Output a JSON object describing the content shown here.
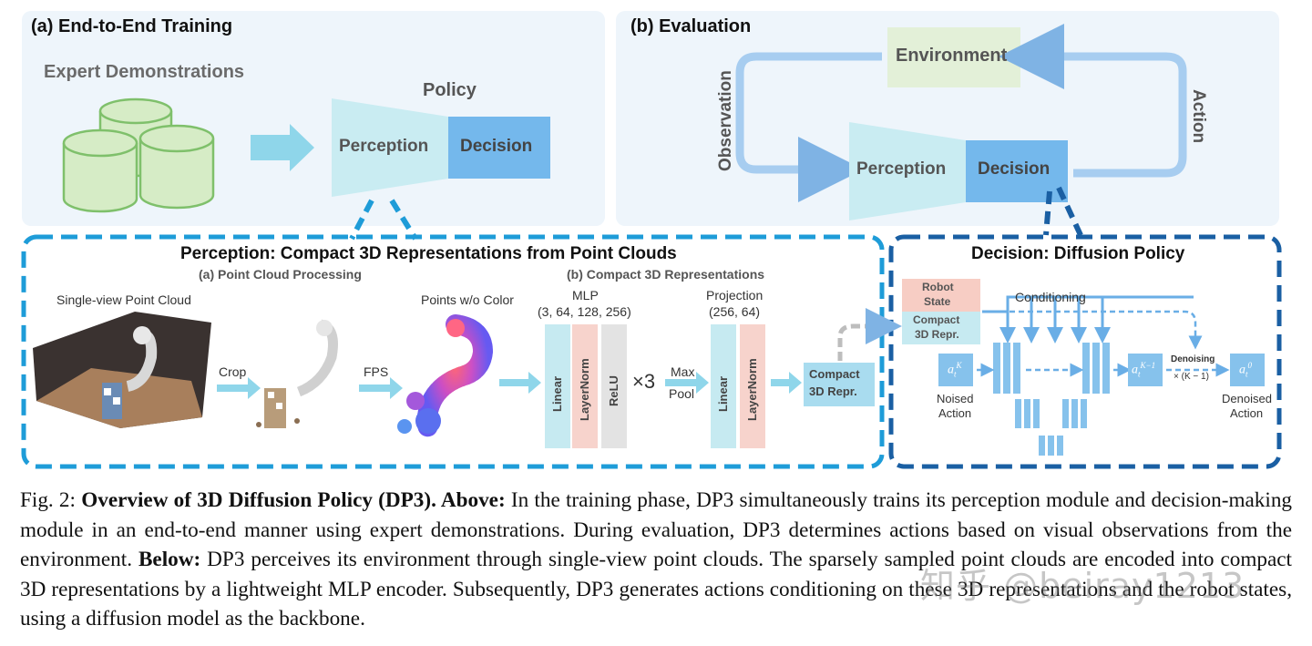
{
  "panel_a": {
    "title": "(a) End-to-End Training",
    "expert_label": "Expert Demonstrations",
    "policy_label": "Policy",
    "perception_label": "Perception",
    "decision_label": "Decision"
  },
  "panel_b": {
    "title": "(b) Evaluation",
    "environment_label": "Environment",
    "observation_label": "Observation",
    "action_label": "Action",
    "perception_label": "Perception",
    "decision_label": "Decision"
  },
  "perception_box": {
    "title": "Perception: Compact 3D Representations from Point Clouds",
    "sub_a": "(a) Point Cloud Processing",
    "sub_b": "(b) Compact 3D Representations",
    "single_view": "Single-view Point Cloud",
    "crop": "Crop",
    "fps": "FPS",
    "points_wo_color": "Points w/o Color",
    "mlp_label": "MLP",
    "mlp_dims": "(3, 64, 128, 256)",
    "linear": "Linear",
    "layernorm": "LayerNorm",
    "relu": "ReLU",
    "times3": "×3",
    "max": "Max",
    "pool": "Pool",
    "projection_label": "Projection",
    "projection_dims": "(256, 64)",
    "compact_line1": "Compact",
    "compact_line2": "3D Repr."
  },
  "decision_box": {
    "title": "Decision: Diffusion Policy",
    "robot_state_1": "Robot",
    "robot_state_2": "State",
    "compact_1": "Compact",
    "compact_2": "3D Repr.",
    "conditioning": "Conditioning",
    "noised_1": "Noised",
    "noised_2": "Action",
    "denoising": "Denoising",
    "denoising_mult": "× (K − 1)",
    "denoised_1": "Denoised",
    "denoised_2": "Action"
  },
  "caption": {
    "fig_label": "Fig. 2: ",
    "bold_title": "Overview of 3D Diffusion Policy (DP3). Above:",
    "text1": " In the training phase, DP3 simultaneously trains its perception module and decision-making module in an end-to-end manner using expert demonstrations. During evaluation, DP3 determines actions based on visual observations from the environment. ",
    "bold_below": "Below:",
    "text2": " DP3 perceives its environment through single-view point clouds. The sparsely sampled point clouds are encoded into compact 3D representations by a lightweight MLP encoder. Subsequently, DP3 generates actions conditioning on these 3D representations and the robot states, using a diffusion model as the backbone."
  },
  "watermark": "知乎 @beiray1213",
  "colors": {
    "panel_bg": "#eef5fb",
    "perception_fill": "#c9ecf2",
    "decision_fill": "#74b8ec",
    "environment_fill": "#e3f0d8",
    "arrow_cyan": "#8fd6ea",
    "dashed_cyan": "#1e9cd8",
    "dashed_navy": "#1a5fa3",
    "linear_fill": "#c6eaf1",
    "layernorm_fill": "#f7d3cc",
    "relu_fill": "#e3e3e3",
    "unet_fill": "#86c2ec"
  }
}
